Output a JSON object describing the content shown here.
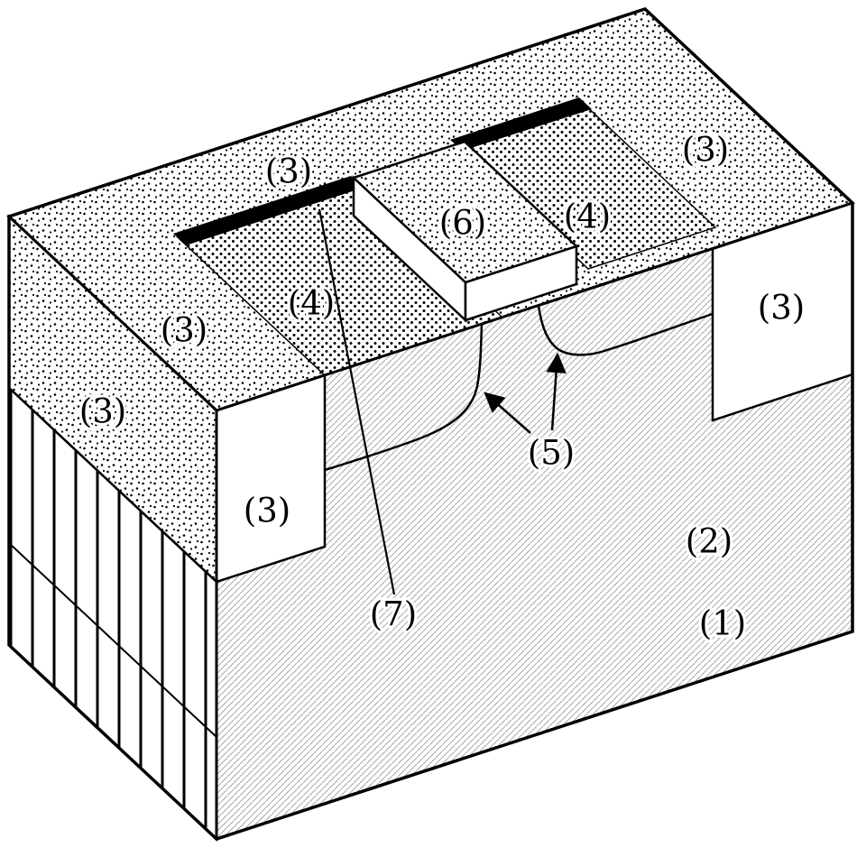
{
  "figure": {
    "description": "Isometric cut-away diagram of a semiconductor device structure with numbered part labels",
    "background_color": "#ffffff",
    "line_color": "#000000",
    "hatch_color": "#a8a8a8",
    "contact_color": "#000000",
    "annotations": [
      {
        "text": "(3)",
        "region": "top-insulating-layer-back"
      },
      {
        "text": "(3)",
        "region": "top-insulating-layer-right"
      },
      {
        "text": "(4)",
        "region": "right-doped-region"
      },
      {
        "text": "(6)",
        "region": "gate-block-top"
      },
      {
        "text": "(3)",
        "region": "top-insulating-layer-left"
      },
      {
        "text": "(4)",
        "region": "left-doped-region"
      },
      {
        "text": "(3)",
        "region": "left-face-layer-band"
      },
      {
        "text": "(3)",
        "region": "right-recess-cross-section"
      },
      {
        "text": "(3)",
        "region": "left-recess-cross-section"
      },
      {
        "text": "(5)",
        "region": "junction-wells-pointer"
      },
      {
        "text": "(2)",
        "region": "epitaxial-layer"
      },
      {
        "text": "(1)",
        "region": "substrate"
      },
      {
        "text": "(7)",
        "region": "contact-strip-pointer"
      }
    ]
  }
}
